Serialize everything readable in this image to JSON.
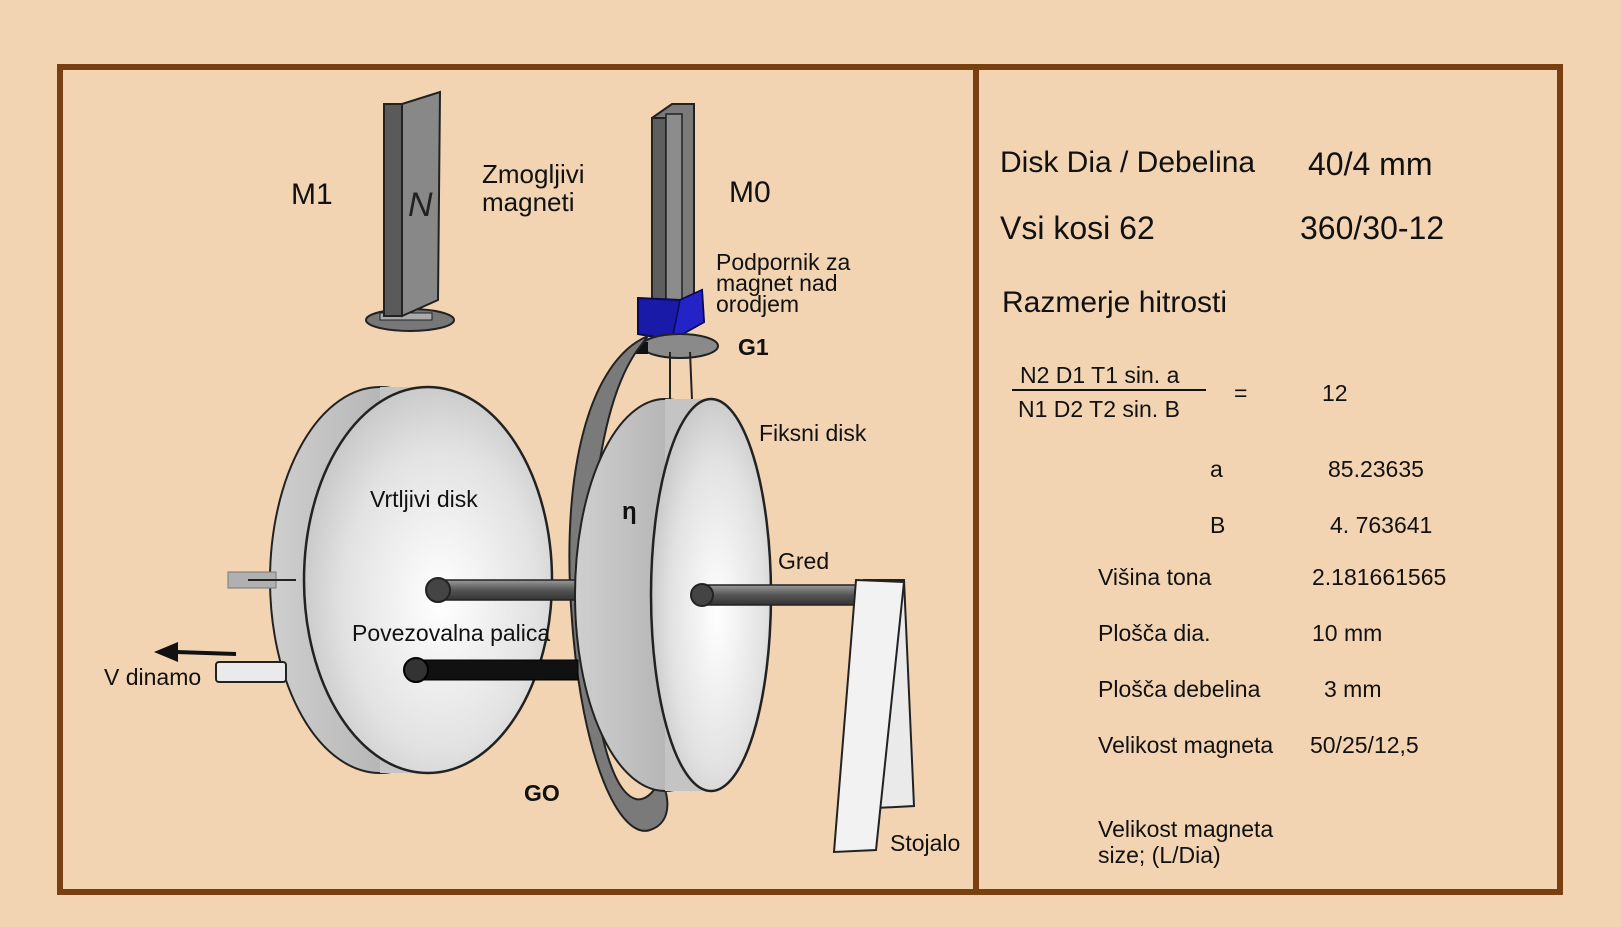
{
  "labels": {
    "m1": "M1",
    "m0": "M0",
    "strong_magnets": [
      "Zmogljivi",
      "magneti"
    ],
    "magnet_support": [
      "Podpornik za",
      "magnet nad",
      "orodjem"
    ],
    "g1": "G1",
    "fixed_disk": "Fiksni disk",
    "rotating_disk": "Vrtljivi disk",
    "connecting_rod": "Povezovalna palica",
    "to_dynamo": "V dinamo",
    "g0": "GO",
    "beam": "Gred",
    "stand": "Stojalo",
    "eta": "η",
    "magnet_letter": "N"
  },
  "specs": {
    "disk_dia_label": "Disk Dia / Debelina",
    "disk_dia_value": "40/4 mm",
    "all_angles_label": "Vsi kosi 62",
    "all_angles_value": "360/30-12",
    "speed_ratio_heading": "Razmerje hitrosti",
    "formula_numerator": "N2 D1 T1 sin. a",
    "formula_denominator": "N1 D2 T2 sin. B",
    "equals": "=",
    "formula_result": "12",
    "rows": [
      {
        "label": "a",
        "value": "85.23635"
      },
      {
        "label": "B",
        "value": "4. 763641"
      },
      {
        "label": "Višina tona",
        "value": "2.181661565"
      },
      {
        "label": "Plošča dia.",
        "value": "10 mm"
      },
      {
        "label": "Plošča debelina",
        "value": "3 mm"
      },
      {
        "label": "Velikost magneta",
        "value": "50/25/12,5"
      }
    ],
    "magnet_size_note": [
      "Velikost magneta",
      "size; (L/Dia)"
    ]
  },
  "colors": {
    "background": "#f2d4b2",
    "frame": "#7a3f10",
    "magnet_grey": "#6e6e6e",
    "disk_grey": "#d6d6d6",
    "support_blue": "#1a1aa8"
  }
}
